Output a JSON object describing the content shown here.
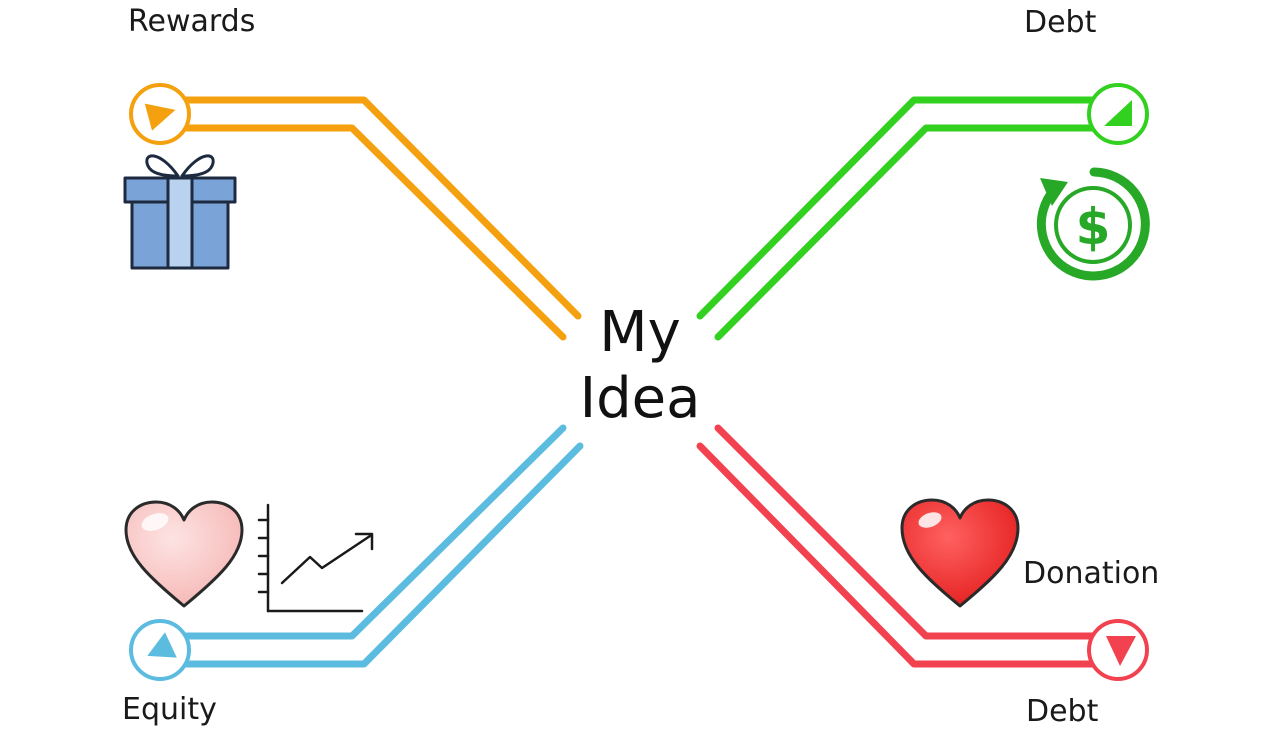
{
  "center": {
    "line1": "My",
    "line2": "Idea"
  },
  "branches": {
    "top_left": {
      "label": "Rewards",
      "color": "#f5a00e",
      "icon": "gift-icon"
    },
    "top_right": {
      "label": "Debt",
      "color": "#33d11f",
      "icon": "dollar-cycle-icon"
    },
    "bottom_left": {
      "label": "Equity",
      "color": "#5bbce0",
      "icon": "heart-icon",
      "icon2": "growth-chart-icon"
    },
    "bottom_right": {
      "label": "Debt",
      "sub_label": "Donation",
      "color": "#f2414f",
      "icon": "heart-icon"
    }
  }
}
